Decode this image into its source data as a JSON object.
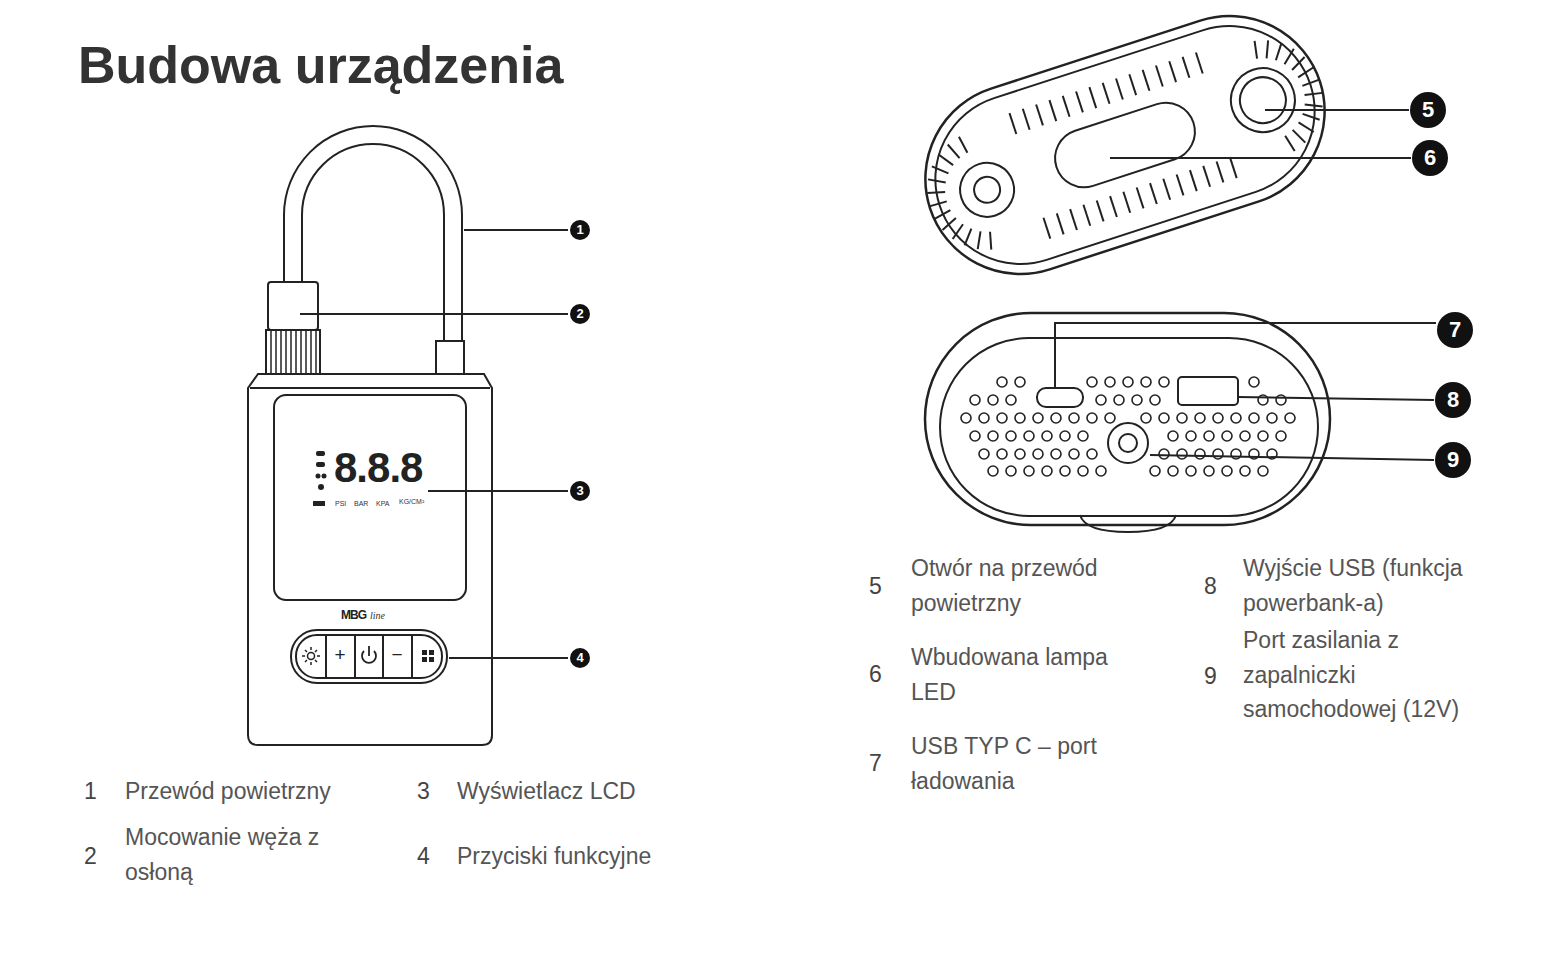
{
  "diagram": {
    "title": "Budowa urządzenia",
    "labels": [
      "1",
      "2",
      "3",
      "4",
      "5",
      "6",
      "7",
      "8",
      "9",
      "1",
      "Przewód powietrzny",
      "3",
      "Wyświetlacz LCD",
      "2",
      "Mocowanie węża z osłoną",
      "4",
      "Przyciski funkcyjne",
      "5",
      "Otwór na przewód powietrzny",
      "8",
      "Wyjście USB (funkcja powerbank-a)",
      "6",
      "Wbudowana lampa LED",
      "9",
      "Port zasilania z zapalniczki samochodowej (12V)",
      "7",
      "USB TYP C – port ładowania",
      "8.8.8",
      "PSI",
      "BAR",
      "KPA",
      "KG/CM²",
      "MBG",
      "line",
      "+",
      "−"
    ]
  }
}
